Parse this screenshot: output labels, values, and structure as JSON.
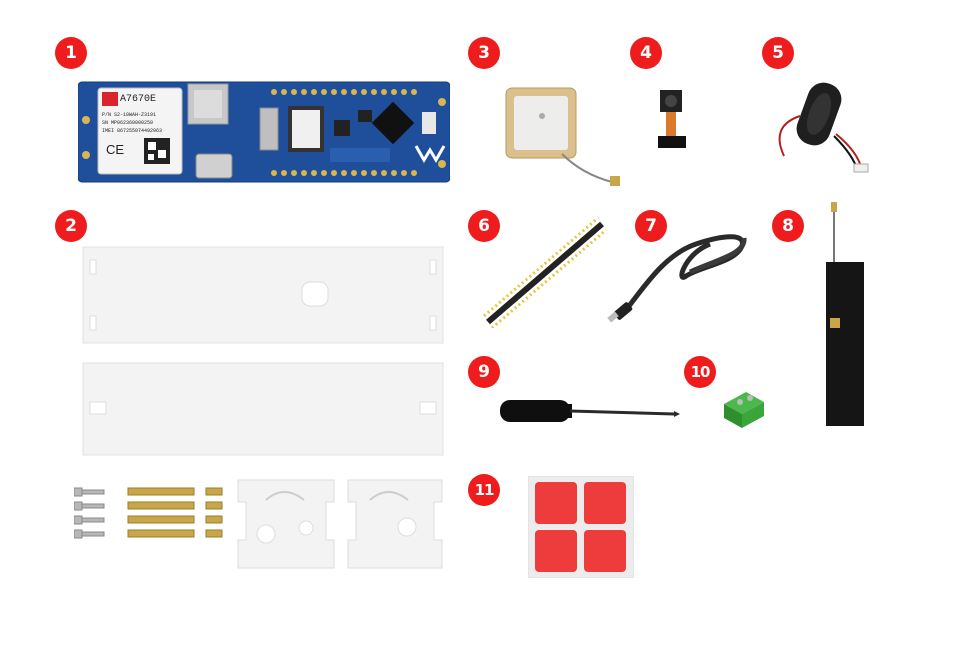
{
  "badges": {
    "b1": "1",
    "b2": "2",
    "b3": "3",
    "b4": "4",
    "b5": "5",
    "b6": "6",
    "b7": "7",
    "b8": "8",
    "b9": "9",
    "b10": "10",
    "b11": "11"
  },
  "module": {
    "model": "A7670E",
    "line1": "P/N S2-10WAH-Z3191",
    "line2": "SN MP062360000250",
    "line3": "IMEI 867255074492963",
    "ce": "CE"
  },
  "colors": {
    "badge": "#ee1c1c",
    "pcb": "#1f4f9a",
    "acrylic": "#f2f2f2",
    "brass": "#c9a64a",
    "pad": "#ee3b3b",
    "terminal": "#3aa53a"
  }
}
